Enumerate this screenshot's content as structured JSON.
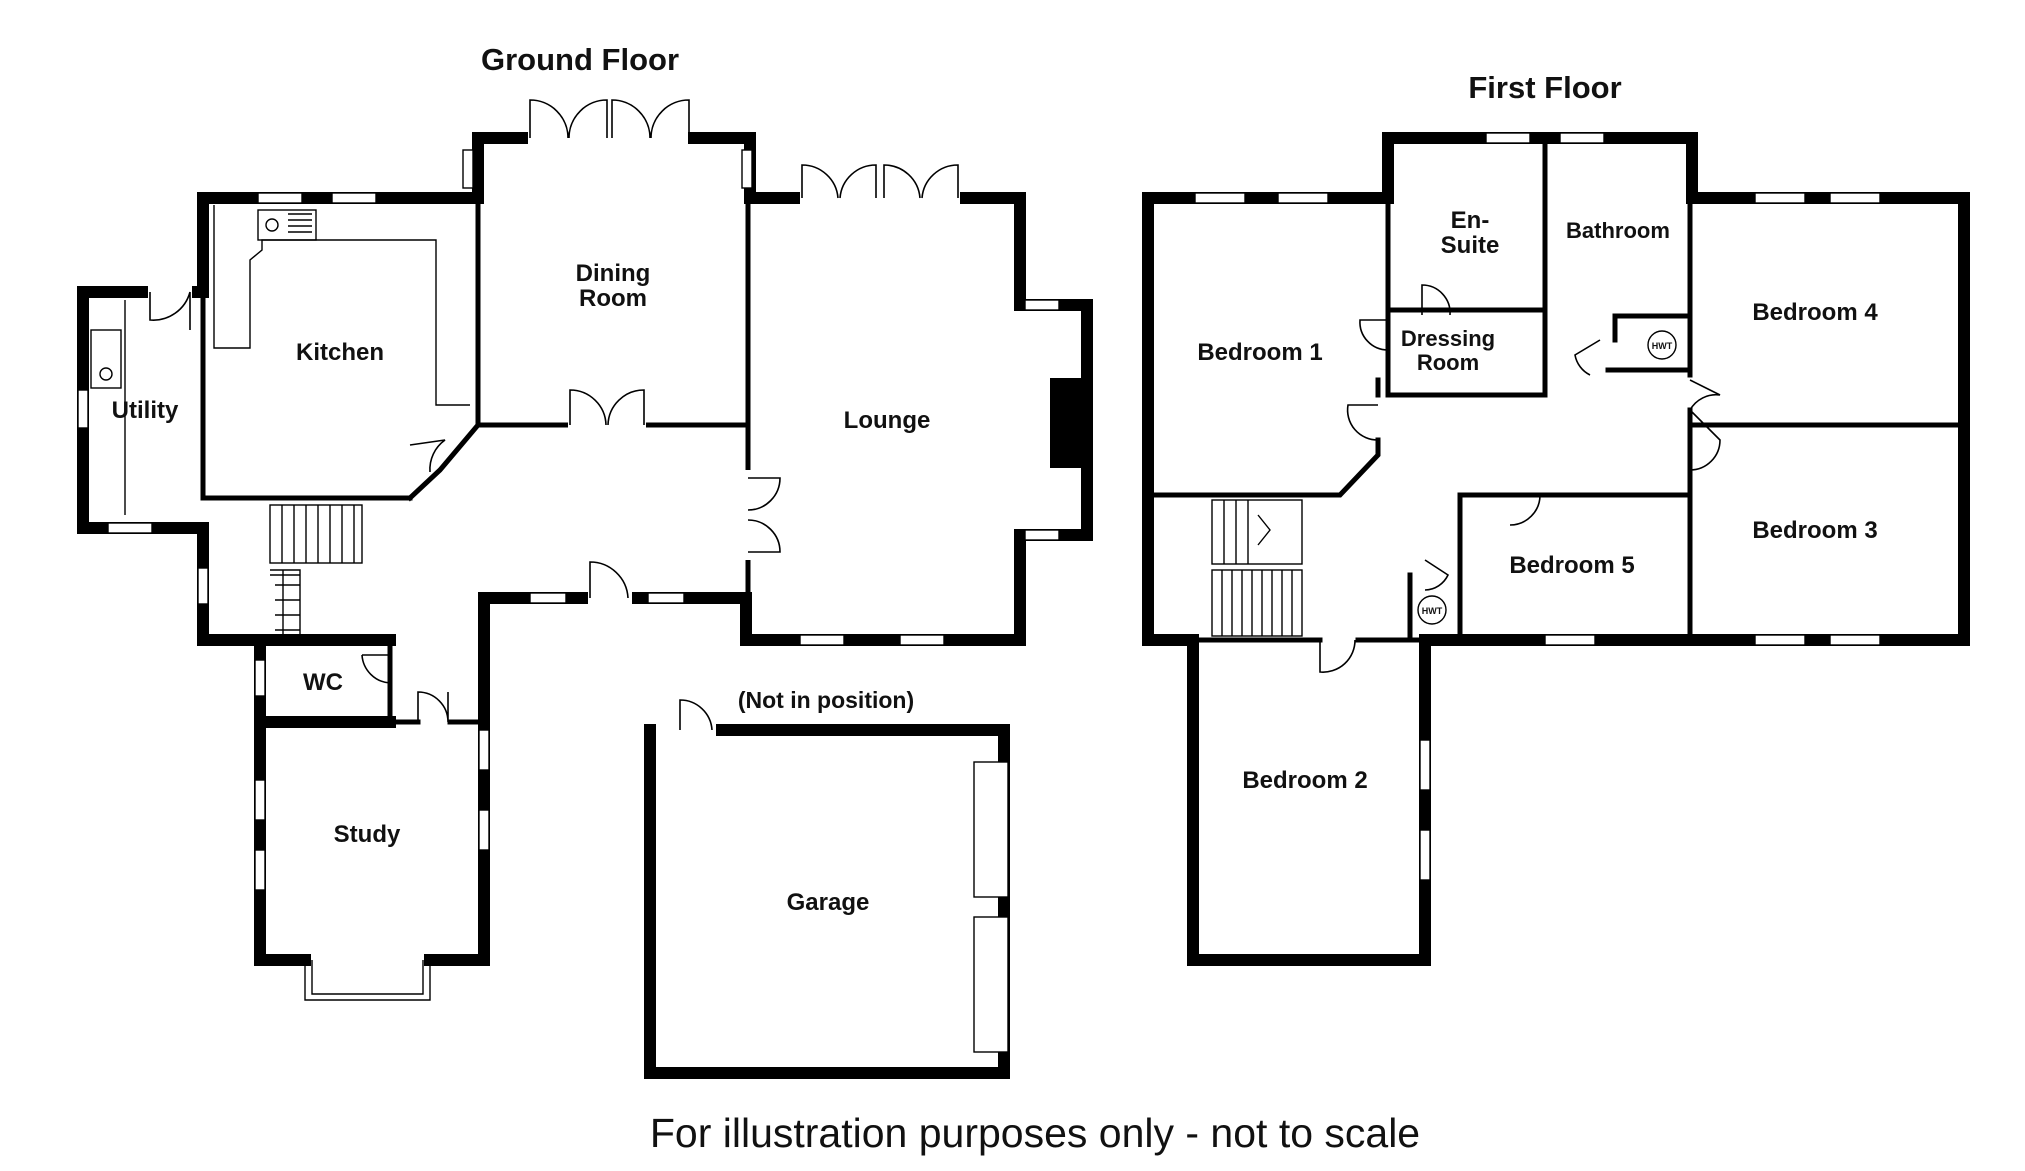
{
  "headings": {
    "ground_floor": "Ground Floor",
    "first_floor": "First Floor"
  },
  "ground_floor_rooms": {
    "utility": "Utility",
    "kitchen": "Kitchen",
    "dining_line1": "Dining",
    "dining_line2": "Room",
    "lounge": "Lounge",
    "wc": "WC",
    "study": "Study",
    "garage": "Garage",
    "garage_note": "(Not in position)"
  },
  "first_floor_rooms": {
    "bedroom1": "Bedroom 1",
    "ensuite_line1": "En-",
    "ensuite_line2": "Suite",
    "dressing_line1": "Dressing",
    "dressing_line2": "Room",
    "bathroom": "Bathroom",
    "bedroom4": "Bedroom 4",
    "bedroom3": "Bedroom 3",
    "bedroom5": "Bedroom 5",
    "bedroom2": "Bedroom 2",
    "hwt_label": "HWT"
  },
  "caption": "For illustration purposes only - not to scale"
}
